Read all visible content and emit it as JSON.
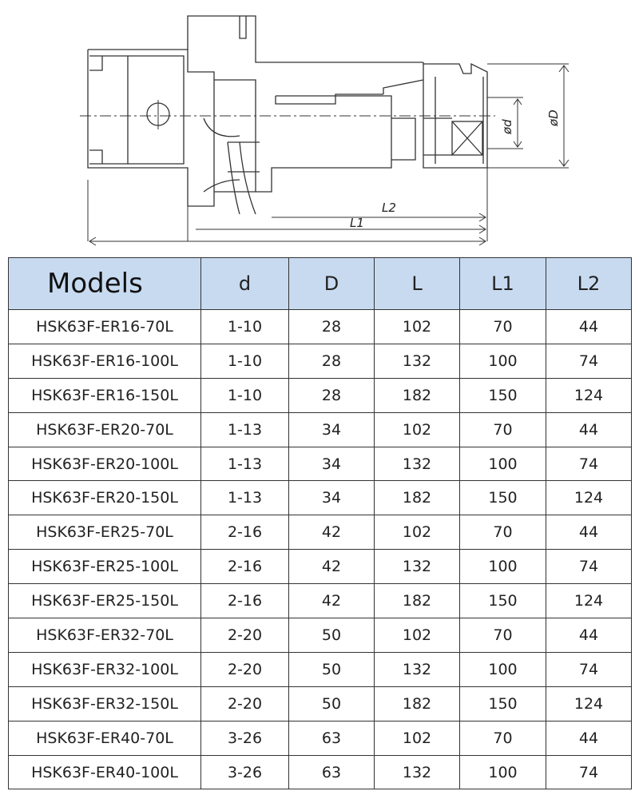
{
  "drawing": {
    "labels": {
      "d": "ød",
      "D": "øD",
      "L1": "L1",
      "L2": "L2"
    }
  },
  "table": {
    "headers": [
      "Models",
      "d",
      "D",
      "L",
      "L1",
      "L2"
    ],
    "rows": [
      [
        "HSK63F-ER16-70L",
        "1-10",
        "28",
        "102",
        "70",
        "44"
      ],
      [
        "HSK63F-ER16-100L",
        "1-10",
        "28",
        "132",
        "100",
        "74"
      ],
      [
        "HSK63F-ER16-150L",
        "1-10",
        "28",
        "182",
        "150",
        "124"
      ],
      [
        "HSK63F-ER20-70L",
        "1-13",
        "34",
        "102",
        "70",
        "44"
      ],
      [
        "HSK63F-ER20-100L",
        "1-13",
        "34",
        "132",
        "100",
        "74"
      ],
      [
        "HSK63F-ER20-150L",
        "1-13",
        "34",
        "182",
        "150",
        "124"
      ],
      [
        "HSK63F-ER25-70L",
        "2-16",
        "42",
        "102",
        "70",
        "44"
      ],
      [
        "HSK63F-ER25-100L",
        "2-16",
        "42",
        "132",
        "100",
        "74"
      ],
      [
        "HSK63F-ER25-150L",
        "2-16",
        "42",
        "182",
        "150",
        "124"
      ],
      [
        "HSK63F-ER32-70L",
        "2-20",
        "50",
        "102",
        "70",
        "44"
      ],
      [
        "HSK63F-ER32-100L",
        "2-20",
        "50",
        "132",
        "100",
        "74"
      ],
      [
        "HSK63F-ER32-150L",
        "2-20",
        "50",
        "182",
        "150",
        "124"
      ],
      [
        "HSK63F-ER40-70L",
        "3-26",
        "63",
        "102",
        "70",
        "44"
      ],
      [
        "HSK63F-ER40-100L",
        "3-26",
        "63",
        "132",
        "100",
        "74"
      ]
    ]
  }
}
